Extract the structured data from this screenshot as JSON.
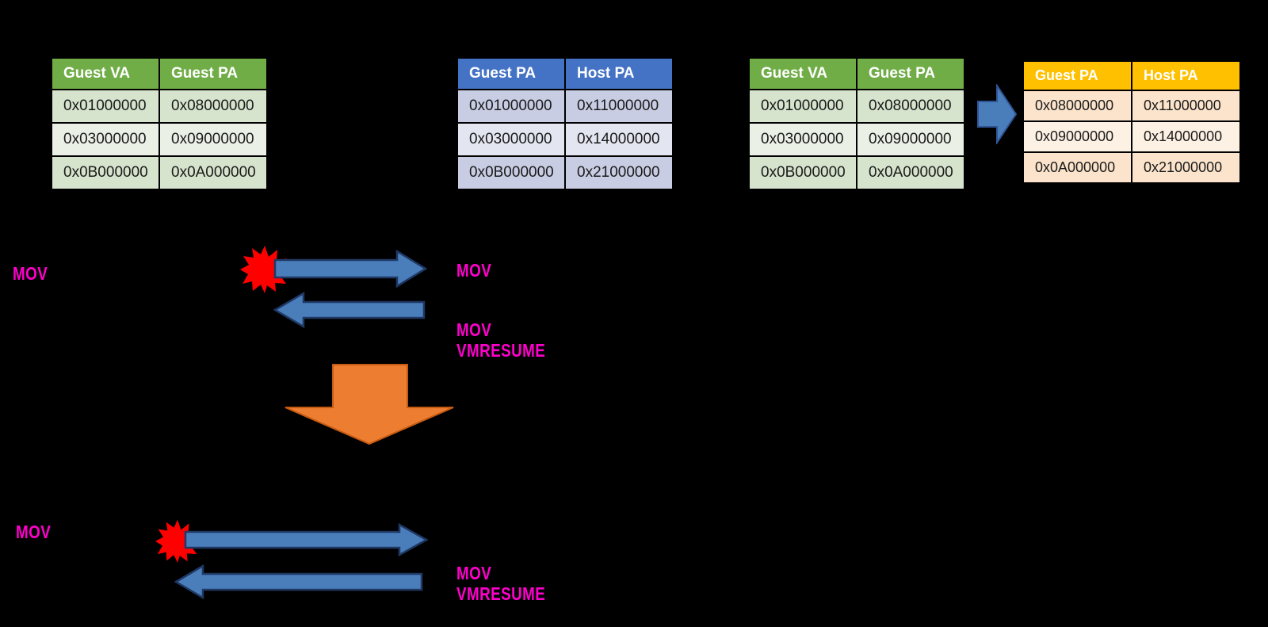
{
  "tables": [
    {
      "id": "guest-page-table",
      "theme": "green",
      "headers": [
        "Guest VA",
        "Guest PA"
      ],
      "rows": [
        [
          "0x01000000",
          "0x08000000"
        ],
        [
          "0x03000000",
          "0x09000000"
        ],
        [
          "0x0B000000",
          "0x0A000000"
        ]
      ]
    },
    {
      "id": "ept-table",
      "theme": "blue",
      "headers": [
        "Guest PA",
        "Host PA"
      ],
      "rows": [
        [
          "0x01000000",
          "0x11000000"
        ],
        [
          "0x03000000",
          "0x14000000"
        ],
        [
          "0x0B000000",
          "0x21000000"
        ]
      ]
    },
    {
      "id": "guest-page-table-2",
      "theme": "green",
      "headers": [
        "Guest VA",
        "Guest PA"
      ],
      "rows": [
        [
          "0x01000000",
          "0x08000000"
        ],
        [
          "0x03000000",
          "0x09000000"
        ],
        [
          "0x0B000000",
          "0x0A000000"
        ]
      ]
    },
    {
      "id": "merged-table",
      "theme": "amber",
      "headers": [
        "Guest PA",
        "Host PA"
      ],
      "rows": [
        [
          "0x08000000",
          "0x11000000"
        ],
        [
          "0x09000000",
          "0x14000000"
        ],
        [
          "0x0A000000",
          "0x21000000"
        ]
      ]
    }
  ],
  "labels": {
    "mov_guest_top": "MOV",
    "mov_host_top": "MOV",
    "mov_vmresume_top": "MOV\nVMRESUME",
    "mov_vmresume_top_line1": "MOV",
    "mov_vmresume_top_line2": "VMRESUME",
    "mov_guest_bottom": "MOV",
    "mov_vmresume_bottom_line1": "MOV",
    "mov_vmresume_bottom_line2": "VMRESUME"
  },
  "colors": {
    "background": "#000000",
    "green_header": "#70ad47",
    "blue_header": "#4472c4",
    "amber_header": "#ffc000",
    "arrow_blue": "#4a7ebb",
    "arrow_blue_outline": "#1f3864",
    "arrow_orange": "#ed7d31",
    "starburst_red": "#ff0000",
    "label_magenta": "#ff00cc"
  },
  "icons": {
    "starburst_top": "starburst-icon",
    "starburst_bottom": "starburst-icon",
    "arrow_down": "arrow-down-icon",
    "arrow_right_link": "arrow-right-icon"
  }
}
